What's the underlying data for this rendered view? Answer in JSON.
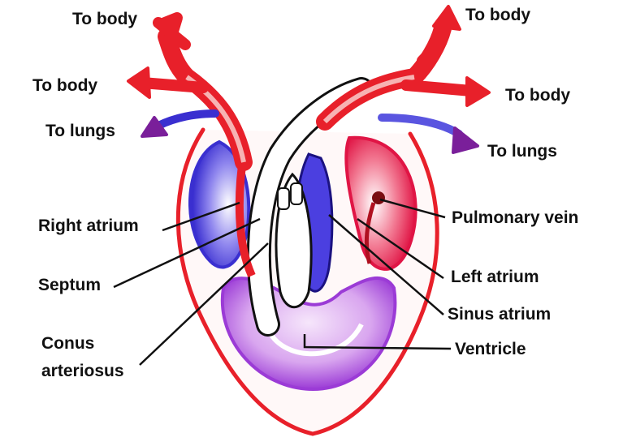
{
  "labels": {
    "to_body_top_left": "To body",
    "to_body_mid_left": "To body",
    "to_lungs_left": "To lungs",
    "to_body_top_right": "To body",
    "to_body_mid_right": "To body",
    "to_lungs_right": "To lungs",
    "right_atrium": "Right atrium",
    "septum": "Septum",
    "conus_line1": "Conus",
    "conus_line2": "arteriosus",
    "pulmonary_vein": "Pulmonary vein",
    "left_atrium": "Left atrium",
    "sinus_atrium": "Sinus atrium",
    "ventricle": "Ventricle"
  },
  "colors": {
    "oxygenated": "#e8202a",
    "deoxygenated": "#3a2fd0",
    "mixed": "#9b3bd6",
    "mixed_light": "#d9a6ef",
    "outline": "#111111"
  }
}
